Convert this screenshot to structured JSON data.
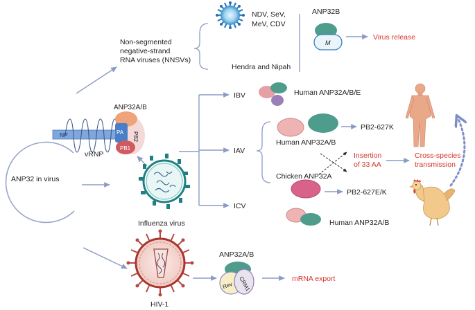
{
  "labels": {
    "anp32_in_virus": "ANP32 in virus",
    "nnsv_line1": "Non-segmented",
    "nnsv_line2": "negative-strand",
    "nnsv_line3": "RNA viruses (NNSVs)",
    "ndv_line1": "NDV, SeV,",
    "ndv_line2": "MeV, CDV",
    "hendra_nipah": "Hendra and Nipah",
    "anp32b": "ANP32B",
    "m_protein": "M",
    "virus_release": "Virus release",
    "anp32ab_vrnp": "ANP32A/B",
    "np": "NP",
    "pa": "PA",
    "pb2": "PB2",
    "pb1": "PB1",
    "vrnp": "vRNP",
    "influenza_virus": "Influenza virus",
    "ibv": "IBV",
    "iav": "IAV",
    "icv": "ICV",
    "human_anp32abe": "Human ANP32A/B/E",
    "human_anp32ab_iav": "Human ANP32A/B",
    "pb2_627k": "PB2-627K",
    "insertion_line1": "Insertion",
    "insertion_line2": "of 33 AA",
    "cross_species_line1": "Cross-species",
    "cross_species_line2": "transmission",
    "chicken_anp32a": "Chicken ANP32A",
    "pb2_627ek": "PB2-627E/K",
    "human_anp32ab_icv": "Human ANP32A/B",
    "hiv1": "HIV-1",
    "anp32ab_hiv": "ANP32A/B",
    "rev": "Rev",
    "crm1": "CRM1",
    "mrna_export": "mRNA export"
  },
  "colors": {
    "arrow": "#8c9bc6",
    "highlight_text": "#d7322c",
    "anp32_teal": "#4e9c8c",
    "anp32_pink": "#e6a0a4",
    "anp32_purple": "#9b7fb6",
    "chicken_anp32": "#d9628a",
    "pa_blue": "#4a7ec7",
    "pb1_red": "#d05a60",
    "pb2_pink": "#f2d7d6",
    "capsid_orange": "#eea37a",
    "np_blue": "#6f9fd8"
  }
}
